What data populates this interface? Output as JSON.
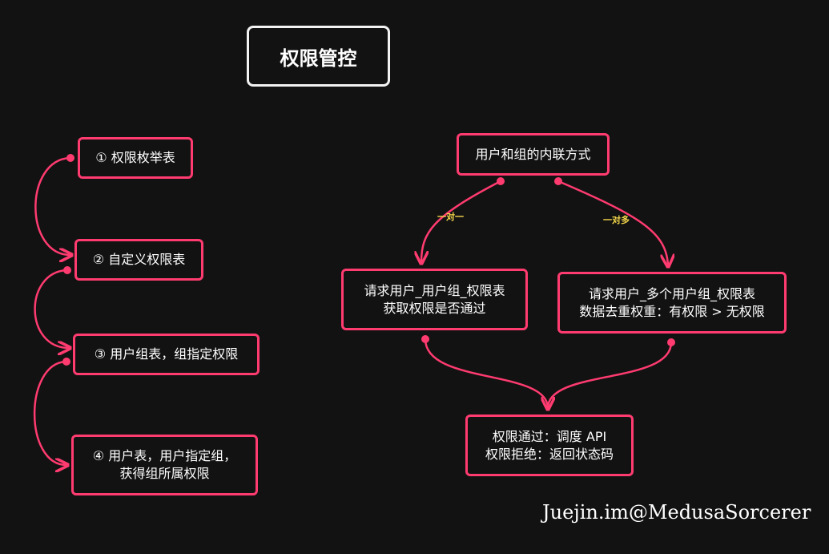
{
  "title": "权限管控",
  "left_steps": [
    {
      "id": "step1",
      "label": "① 权限枚举表"
    },
    {
      "id": "step2",
      "label": "② 自定义权限表"
    },
    {
      "id": "step3",
      "label": "③ 用户组表，组指定权限"
    },
    {
      "id": "step4",
      "label_line1": "④ 用户表，用户指定组，",
      "label_line2": "获得组所属权限"
    }
  ],
  "right_flow": {
    "root": "用户和组的内联方式",
    "edge_one_to_one": "一对一",
    "edge_one_to_many": "一对多",
    "left_node": {
      "line1": "请求用户_用户组_权限表",
      "line2": "获取权限是否通过"
    },
    "right_node": {
      "line1": "请求用户_多个用户组_权限表",
      "line2": "数据去重权重：有权限 > 无权限"
    },
    "result_node": {
      "line1": "权限通过：调度 API",
      "line2": "权限拒绝：返回状态码"
    }
  },
  "watermark": "Juejin.im@MedusaSorcerer",
  "colors": {
    "accent": "#ff3b70",
    "background": "#121212",
    "edge_label": "#f5d74a",
    "title_border": "#f2f2f2"
  }
}
